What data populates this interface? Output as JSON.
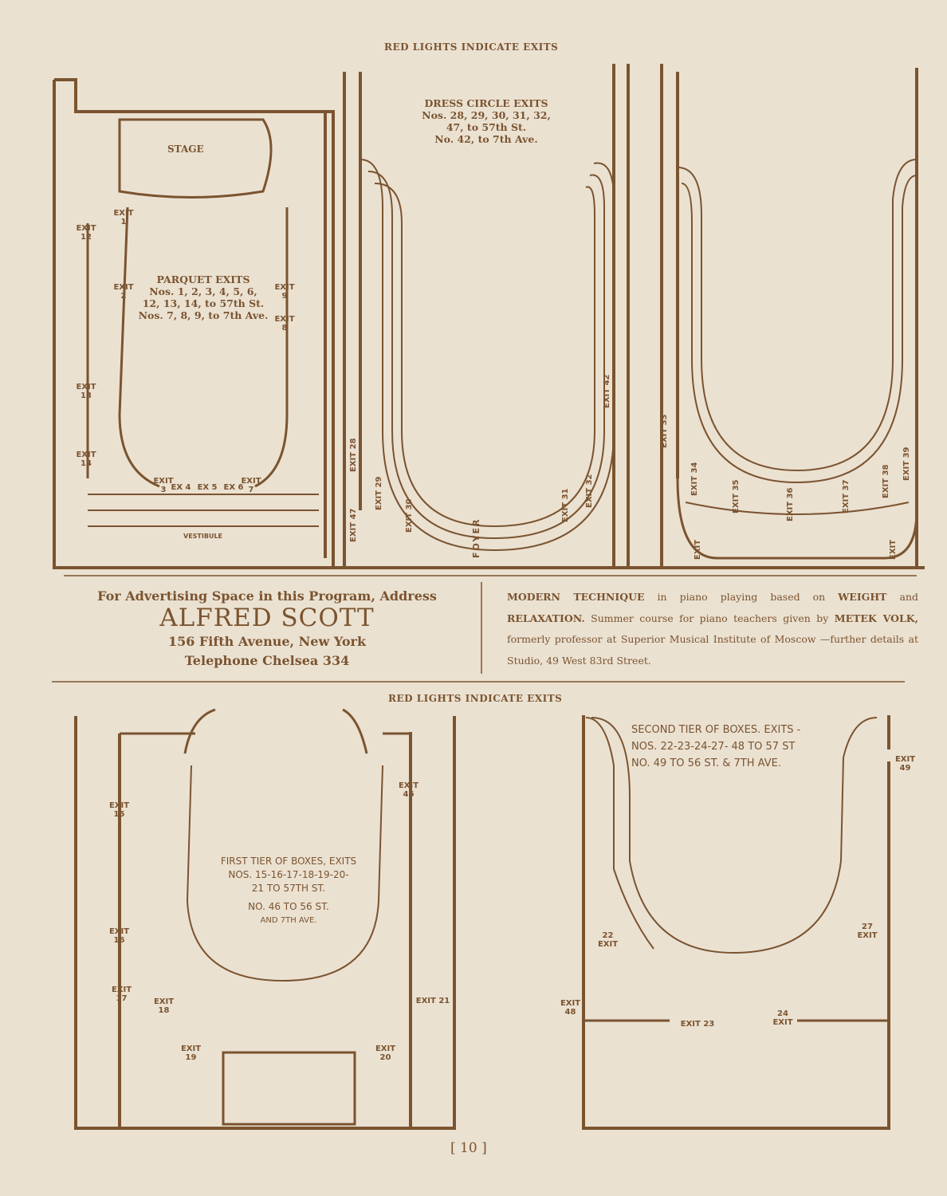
{
  "header_top": "RED LIGHTS INDICATE EXITS",
  "header_bottom": "RED LIGHTS INDICATE EXITS",
  "parquet": {
    "stage": "STAGE",
    "vestibule": "VESTIBULE",
    "title": "PARQUET EXITS",
    "lines": [
      "Nos. 1, 2, 3, 4, 5, 6,",
      "12, 13, 14, to 57th St.",
      "Nos. 7, 8, 9, to 7th Ave."
    ],
    "exits": [
      "EXIT 1",
      "EXIT 12",
      "EXIT 2",
      "EXIT 9",
      "EXIT 8",
      "EXIT 13",
      "EXIT 14",
      "EXIT 3",
      "EX 4",
      "EX 5",
      "EX 6",
      "EXIT 7"
    ]
  },
  "dress_circle": {
    "title": "DRESS CIRCLE EXITS",
    "lines": [
      "Nos. 28, 29, 30, 31, 32,",
      "47, to 57th St.",
      "No. 42, to 7th Ave."
    ],
    "foyer": "FOYER",
    "exits": [
      "EXIT 28",
      "EXIT 47",
      "EXIT 29",
      "EXIT 30",
      "EXIT 31",
      "EXIT 32",
      "EXIT 42"
    ]
  },
  "balcony": {
    "exits": [
      "EXIT 33",
      "EXIT 34",
      "EXIT 35",
      "EXIT 36",
      "EXIT 37",
      "EXIT 38",
      "EXIT 39",
      "EXIT",
      "EXIT"
    ]
  },
  "ad_left": {
    "line1": "For Advertising Space in this Program, Address",
    "name": "ALFRED SCOTT",
    "line3": "156 Fifth Avenue, New York",
    "line4": "Telephone Chelsea 334"
  },
  "ad_right": {
    "b1": "MODERN TECHNIQUE",
    "t1": " in piano playing based on ",
    "b2": "WEIGHT",
    "t2": " and ",
    "b3": "RELAXATION.",
    "t3": " Summer course for piano teachers given by ",
    "b4": "METEK VOLK,",
    "t4": " formerly professor at Superior Musical Institute of Moscow —further details at Studio, 49 West 83rd Street."
  },
  "first_tier": {
    "lines": [
      "FIRST TIER OF BOXES, EXITS",
      "NOS. 15-16-17-18-19-20-",
      "21 TO 57TH ST.",
      "NO. 46 TO 56 ST.",
      "AND 7TH AVE."
    ],
    "exits": [
      "EXIT 15",
      "EXIT 46",
      "EXIT 16",
      "EXIT 17",
      "EXIT 18",
      "EXIT 19",
      "EXIT 21",
      "EXIT 20"
    ]
  },
  "second_tier": {
    "lines": [
      "SECOND TIER OF BOXES. EXITS -",
      "NOS. 22-23-24-27- 48 TO 57 ST",
      "NO. 49 TO 56 ST. & 7TH AVE."
    ],
    "exits": [
      "EXIT 49",
      "22 EXIT",
      "27 EXIT",
      "EXIT 48",
      "EXIT 23",
      "24 EXIT"
    ]
  },
  "page_number": "[ 10 ]",
  "colors": {
    "paper": "#ebe1d1",
    "ink": "#7a5430"
  }
}
